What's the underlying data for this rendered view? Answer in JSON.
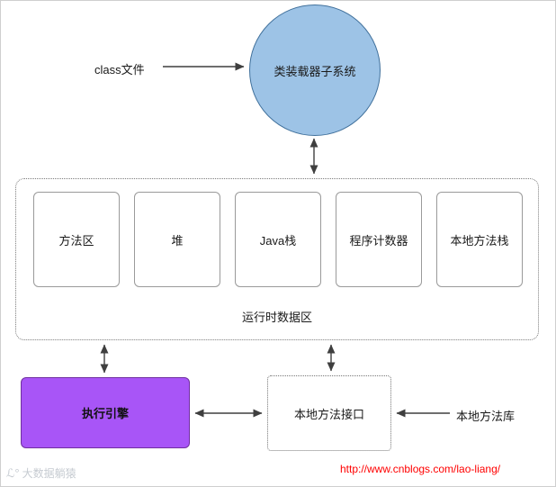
{
  "diagram": {
    "class_file_label": "class文件",
    "class_loader_label": "类装载器子系统",
    "runtime_boxes": [
      "方法区",
      "堆",
      "Java栈",
      "程序计数器",
      "本地方法栈"
    ],
    "runtime_area_label": "运行时数据区",
    "execution_engine_label": "执行引擎",
    "native_interface_label": "本地方法接口",
    "native_library_label": "本地方法库"
  },
  "footer": {
    "url": "http://www.cnblogs.com/lao-liang/",
    "watermark_icon": "ℒ°",
    "watermark_text": "大数据躺猿"
  },
  "colors": {
    "class_loader_fill": "#9dc3e6",
    "class_loader_border": "#41719c",
    "execution_engine_fill": "#a855f7",
    "execution_engine_border": "#7030a0",
    "url_color": "#ff0000",
    "arrow_color": "#3f3f3f"
  }
}
